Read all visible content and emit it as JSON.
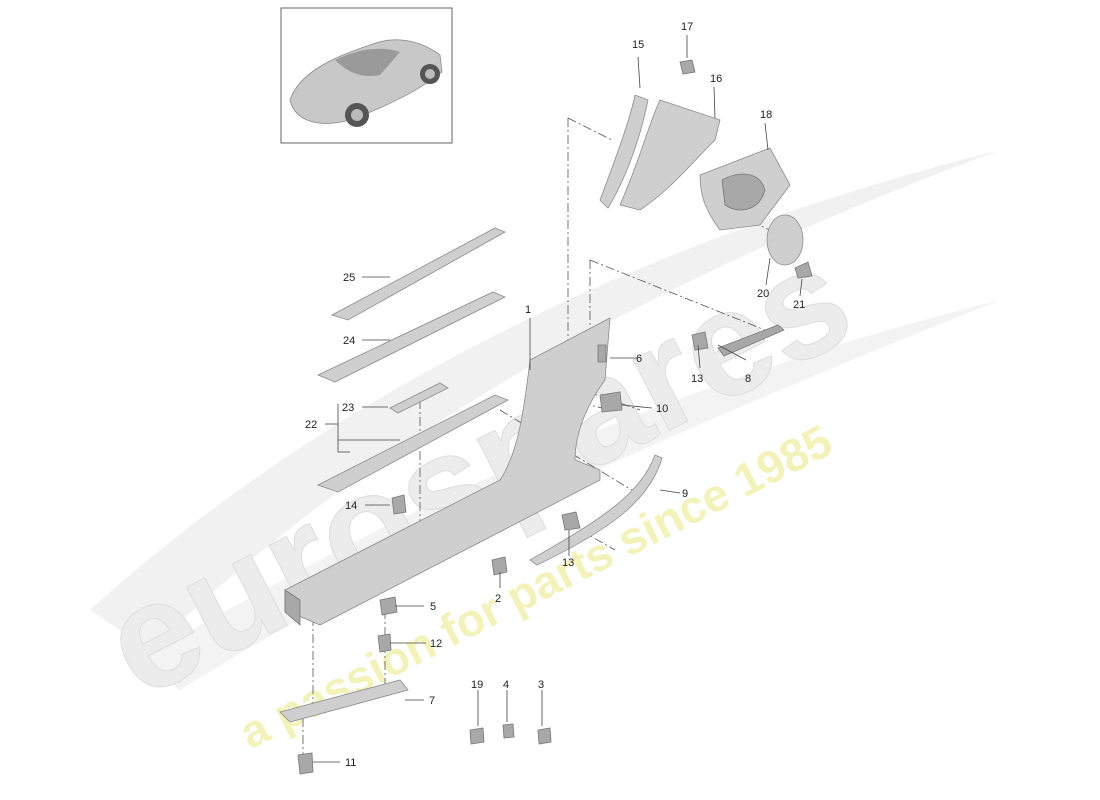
{
  "watermark": {
    "brand_text": "eurospares",
    "tagline": "a passion for parts since 1985",
    "brand_color": "#e8e8e8",
    "tagline_color": "#f2f2b8"
  },
  "thumbnail": {
    "icon": "car-thumbnail-icon"
  },
  "callouts": [
    "1",
    "2",
    "3",
    "4",
    "5",
    "6",
    "7",
    "8",
    "9",
    "10",
    "11",
    "12",
    "13",
    "13",
    "14",
    "15",
    "16",
    "17",
    "18",
    "19",
    "20",
    "21",
    "22",
    "23",
    "24",
    "25"
  ],
  "colors": {
    "part_fill": "#cfcfcf",
    "part_stroke": "#8c8c8c",
    "line": "#444444"
  }
}
